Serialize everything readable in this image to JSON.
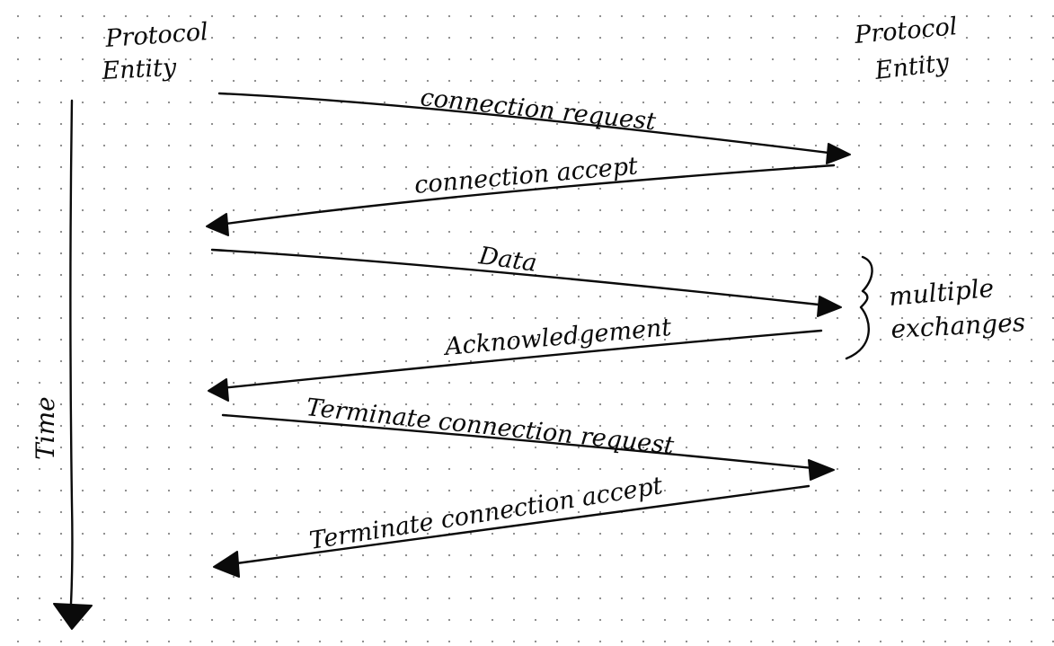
{
  "left_entity": {
    "line1": "Protocol",
    "line2": "Entity"
  },
  "right_entity": {
    "line1": "Protocol",
    "line2": "Entity"
  },
  "time_label": "Time",
  "messages": [
    {
      "label": "connection request",
      "direction": "right"
    },
    {
      "label": "connection accept",
      "direction": "left"
    },
    {
      "label": "Data",
      "direction": "right"
    },
    {
      "label": "Acknowledgement",
      "direction": "left"
    },
    {
      "label": "Terminate connection request",
      "direction": "right"
    },
    {
      "label": "Terminate connection accept",
      "direction": "left"
    }
  ],
  "bracket_note": {
    "line1": "multiple",
    "line2": "exchanges"
  }
}
